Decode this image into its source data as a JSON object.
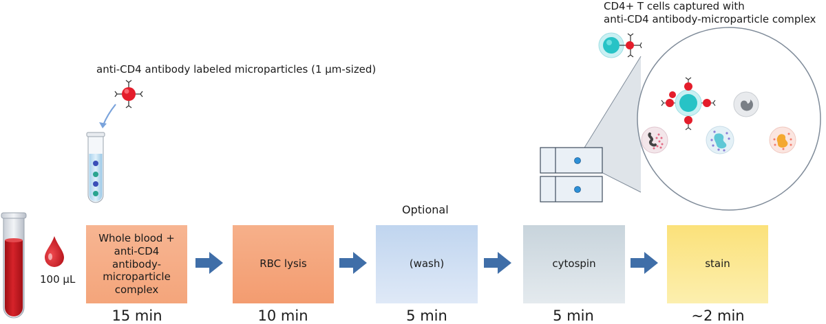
{
  "top_label": "anti-CD4 antibody labeled microparticles (1 µm-sized)",
  "captured_label": "CD4+ T cells captured with\nanti-CD4 antibody-microparticle complex",
  "optional_label": "Optional",
  "volume_label": "100 µL",
  "steps": [
    {
      "label": "Whole blood +\nanti-CD4\nantibody-\nmicroparticle\ncomplex",
      "time": "15 min",
      "color_top": "#f7b592",
      "color_bottom": "#f4a57b"
    },
    {
      "label": "RBC lysis",
      "time": "10 min",
      "color_top": "#f6b08a",
      "color_bottom": "#f39c70"
    },
    {
      "label": "(wash)",
      "time": "5 min",
      "color_top": "#c0d5ef",
      "color_bottom": "#dfe9f7"
    },
    {
      "label": "cytospin",
      "time": "5 min",
      "color_top": "#c8d4dc",
      "color_bottom": "#e4eaee"
    },
    {
      "label": "stain",
      "time": "~2 min",
      "color_top": "#fbe17a",
      "color_bottom": "#fcefae"
    }
  ],
  "colors": {
    "arrow": "#3f6ea8",
    "blood": "#c8161d",
    "particle": "#e41d2b",
    "cell": "#2cc6c6"
  }
}
